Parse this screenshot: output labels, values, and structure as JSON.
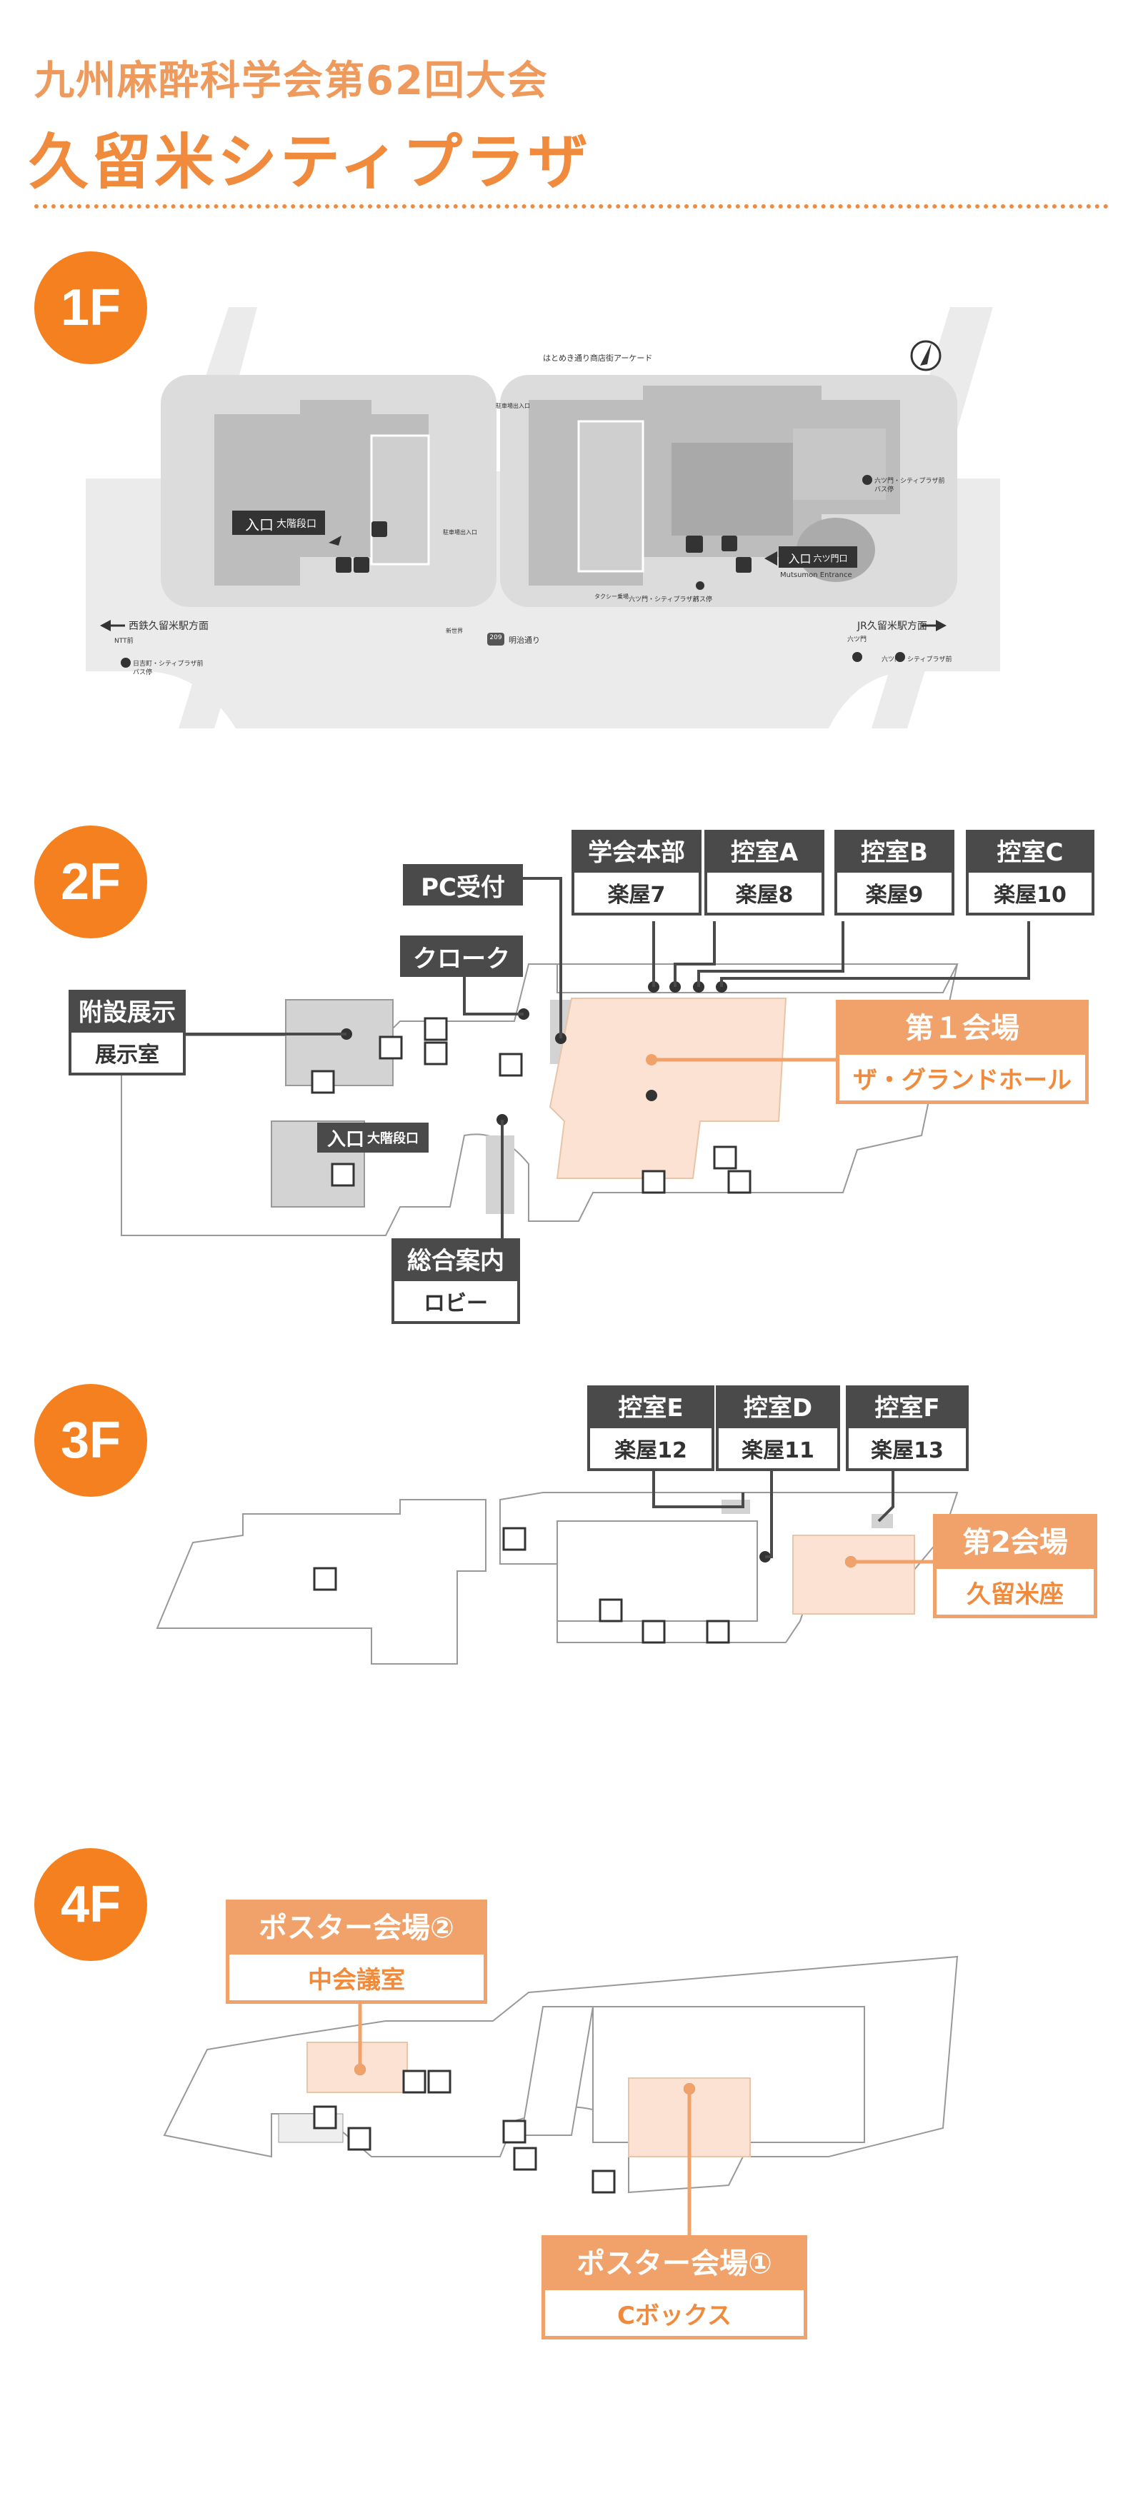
{
  "header": {
    "title": "九州麻酔科学会第62回大会",
    "venue": "久留米シティプラザ"
  },
  "floors": {
    "f1": {
      "badge": "1F",
      "entrance_main": "入口",
      "entrance_main_sub": "大階段口",
      "entrance_side": "入口",
      "entrance_side_sub": "六ツ門口",
      "entrance_side_en": "Mutsumon Entrance",
      "arcade": "はとめき通り商店街アーケード",
      "dir_left": "西鉄久留米駅方面",
      "dir_right": "JR久留米駅方面",
      "road": "明治通り",
      "route_no": "209",
      "bus_left1": "NTT前",
      "bus_left2": "日吉町・シティプラザ前",
      "bus_left3": "バス停",
      "bus_center1": "六ツ門・シティプラザ前",
      "bus_center2": "バス停",
      "bus_right1": "六ツ門・シティプラザ前",
      "bus_right2": "バス停",
      "bus_right3": "六ツ門",
      "bus_right4": "六ツ門・シティプラザ前",
      "small1": "駐車場出入口",
      "small2": "駐車場出入口",
      "small3": "タクシー乗場",
      "small4": "新世界"
    },
    "f2": {
      "badge": "2F",
      "labels": {
        "gakkai_title": "学会本部",
        "gakkai_sub": "楽屋7",
        "hikaeA_title": "控室A",
        "hikaeA_sub": "楽屋8",
        "hikaeB_title": "控室B",
        "hikaeB_sub": "楽屋9",
        "hikaeC_title": "控室C",
        "hikaeC_sub": "楽屋10",
        "pc": "PC受付",
        "cloak": "クローク",
        "fusetsu_title": "附設展示",
        "fusetsu_sub": "展示室",
        "hall1_title": "第１会場",
        "hall1_sub": "ザ・グランドホール",
        "entrance": "入口",
        "entrance_sub": "大階段口",
        "sogo_title": "総合案内",
        "sogo_sub": "ロビー"
      }
    },
    "f3": {
      "badge": "3F",
      "labels": {
        "hikaeE_title": "控室E",
        "hikaeE_sub": "楽屋12",
        "hikaeD_title": "控室D",
        "hikaeD_sub": "楽屋11",
        "hikaeF_title": "控室F",
        "hikaeF_sub": "楽屋13",
        "hall2_title": "第2会場",
        "hall2_sub": "久留米座"
      }
    },
    "f4": {
      "badge": "4F",
      "labels": {
        "poster2_title": "ポスター会場②",
        "poster2_sub": "中会議室",
        "poster1_title": "ポスター会場①",
        "poster1_sub": "Cボックス"
      }
    }
  },
  "colors": {
    "accent": "#f5801f",
    "accent_light": "#f0a26a",
    "room_fill": "#fbe2d2",
    "label_dark": "#4a4a4a",
    "map_gray": "#e6e6e6"
  }
}
